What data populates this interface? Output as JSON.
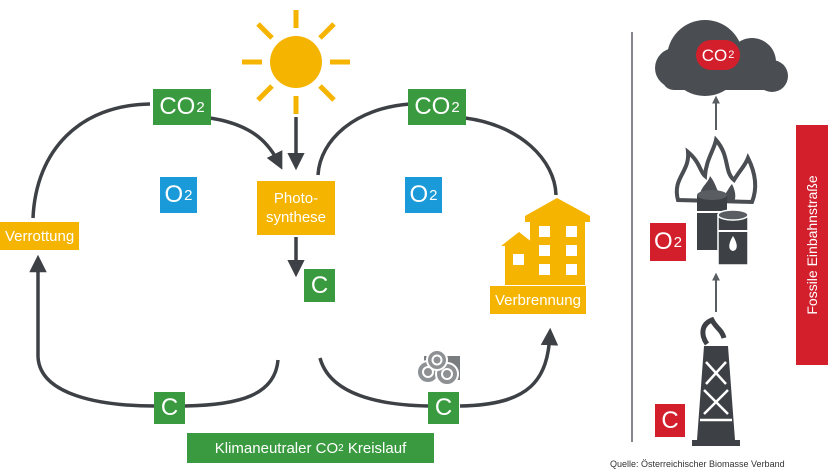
{
  "cycle": {
    "co2_left": {
      "main": "CO",
      "sub": "2"
    },
    "co2_right": {
      "main": "CO",
      "sub": "2"
    },
    "o2_left": {
      "main": "O",
      "sub": "2"
    },
    "o2_right": {
      "main": "O",
      "sub": "2"
    },
    "photosynthesis_line1": "Photo-",
    "photosynthesis_line2": "synthese",
    "carbon_center": "C",
    "carbon_bottom_left": "C",
    "carbon_bottom_right": "C",
    "decay_label": "Verrottung",
    "combustion_label": "Verbrennung",
    "footer_prefix": "Klimaneutraler CO",
    "footer_sub": "2",
    "footer_suffix": " Kreislauf"
  },
  "fossil": {
    "cloud_co2_main": "CO",
    "cloud_co2_sub": "2",
    "o2_main": "O",
    "o2_sub": "2",
    "carbon": "C",
    "vertical_label": "Fossile Einbahnstraße"
  },
  "source": "Quelle: Österreichischer Biomasse Verband",
  "colors": {
    "green": "#3a9a3f",
    "blue": "#1a9ad8",
    "orange": "#f5b400",
    "red": "#d21f2b",
    "arrows": "#3d4146"
  },
  "icons": [
    "sun-icon",
    "house-icon",
    "wood-logs-icon",
    "cloud-icon",
    "flame-icon",
    "oil-barrels-icon",
    "oil-derrick-icon"
  ]
}
